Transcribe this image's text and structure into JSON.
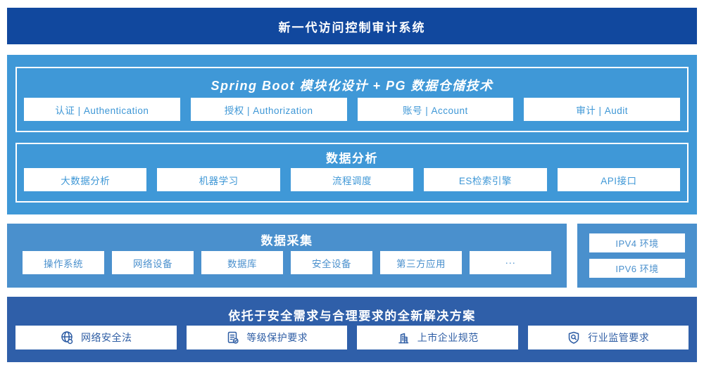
{
  "banner": {
    "title": "新一代访问控制审计系统"
  },
  "platform": {
    "title": "Spring Boot 模块化设计 + PG 数据仓储技术",
    "modules": [
      {
        "label": "认证 | Authentication"
      },
      {
        "label": "授权 | Authorization"
      },
      {
        "label": "账号 | Account"
      },
      {
        "label": "审计 | Audit"
      }
    ],
    "analysis": {
      "title": "数据分析",
      "items": [
        "大数据分析",
        "机器学习",
        "流程调度",
        "ES检索引擎",
        "API接口"
      ]
    }
  },
  "collection": {
    "title": "数据采集",
    "items": [
      "操作系统",
      "网络设备",
      "数据库",
      "安全设备",
      "第三方应用",
      "···"
    ],
    "environments": [
      "IPV4 环境",
      "IPV6 环境"
    ]
  },
  "solution": {
    "title": "依托于安全需求与合理要求的全新解决方案",
    "items": [
      {
        "icon": "globe-icon",
        "label": "网络安全法"
      },
      {
        "icon": "checklist-check-icon",
        "label": "等级保护要求"
      },
      {
        "icon": "building-icon",
        "label": "上市企业规范"
      },
      {
        "icon": "shield-search-icon",
        "label": "行业监管要求"
      }
    ]
  },
  "colors": {
    "banner_bg": "#11489E",
    "platform_bg": "#3F98D7",
    "collection_bg": "#4A90CD",
    "solution_bg": "#2F5FA9",
    "platform_box_text": "#3E97D6",
    "collection_box_text": "#4A90CD",
    "solution_box_text": "#2E5DA4",
    "title_text": "#FFFFFF"
  }
}
